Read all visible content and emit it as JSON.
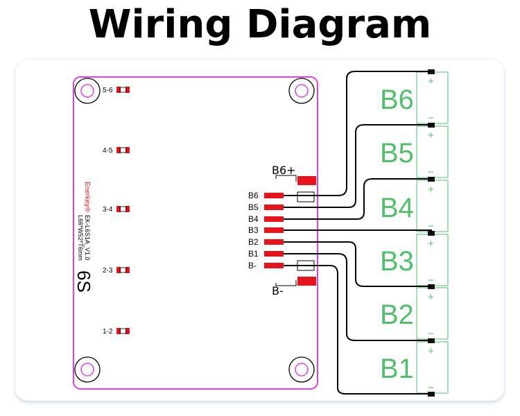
{
  "title": "Wiring Diagram",
  "board": {
    "brand": "Enerkey®",
    "model": "EK-L6S1A_V1.0",
    "dimensions": "L66*W52*T6mm",
    "cell_count": "6S",
    "balance_pads": [
      "5-6",
      "4-5",
      "3-4",
      "2-3",
      "1-2"
    ]
  },
  "connector": {
    "top_label": "B6+",
    "bottom_label": "B-",
    "pins": [
      "B6",
      "B5",
      "B4",
      "B3",
      "B2",
      "B1",
      "B-"
    ]
  },
  "batteries": [
    {
      "name": "B6",
      "plus": "+",
      "minus": "−"
    },
    {
      "name": "B5",
      "plus": "+",
      "minus": "−"
    },
    {
      "name": "B4",
      "plus": "+",
      "minus": "−"
    },
    {
      "name": "B3",
      "plus": "+",
      "minus": "−"
    },
    {
      "name": "B2",
      "plus": "+",
      "minus": "−"
    },
    {
      "name": "B1",
      "plus": "+",
      "minus": "−"
    }
  ],
  "colors": {
    "board_outline": "#e040e0",
    "pad_red": "#e8141b",
    "battery_green": "#4fbf6a",
    "wire": "#000000"
  }
}
